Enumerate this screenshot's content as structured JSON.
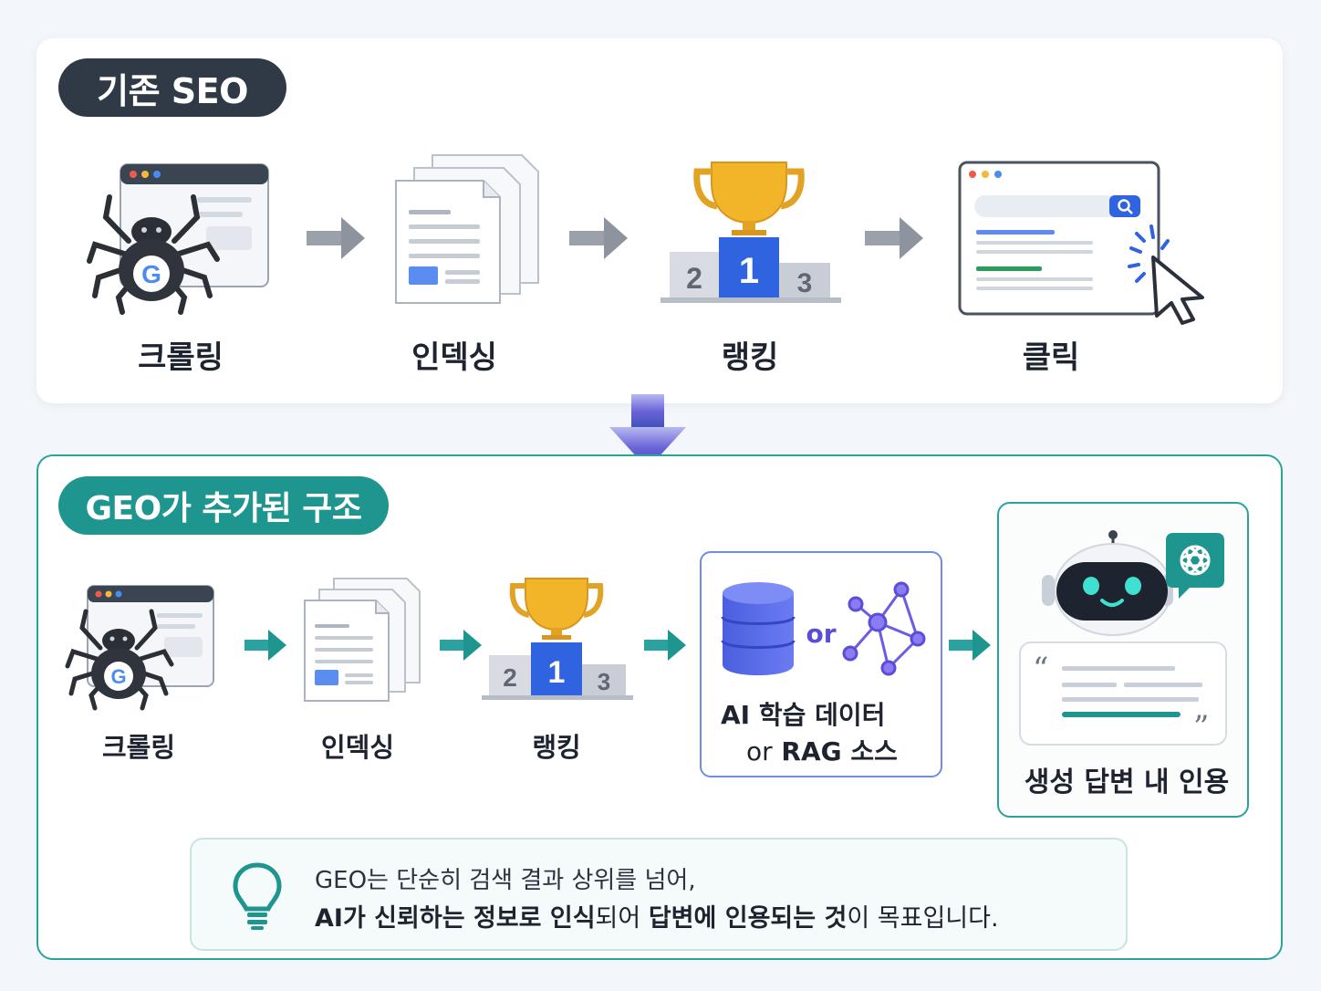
{
  "seo": {
    "title": "기존 SEO",
    "steps": [
      "크롤링",
      "인덱싱",
      "랭킹",
      "클릭"
    ]
  },
  "geo": {
    "title": "GEO가 추가된 구조",
    "steps": [
      "크롤링",
      "인덱싱",
      "랭킹"
    ],
    "ai_or": "or",
    "ai_line1": "AI 학습 데이터",
    "ai_line2_or": "or",
    "ai_line2": "RAG 소스",
    "citation": "생성 답변 내 인용"
  },
  "podium": {
    "first": "1",
    "second": "2",
    "third": "3"
  },
  "note": {
    "line1": "GEO는 단순히 검색 결과 상위를 넘어,",
    "line2_part1": "AI가 신뢰하는 정보로 인식",
    "line2_part2": "되어 ",
    "line2_part3": "답변에 인용되는 것",
    "line2_part4": "이 목표입니다."
  },
  "colors": {
    "dark": "#2f3a46",
    "teal": "#1f958f",
    "blue": "#2f63e0",
    "gold": "#f2b52a",
    "purple": "#6b5be6"
  }
}
